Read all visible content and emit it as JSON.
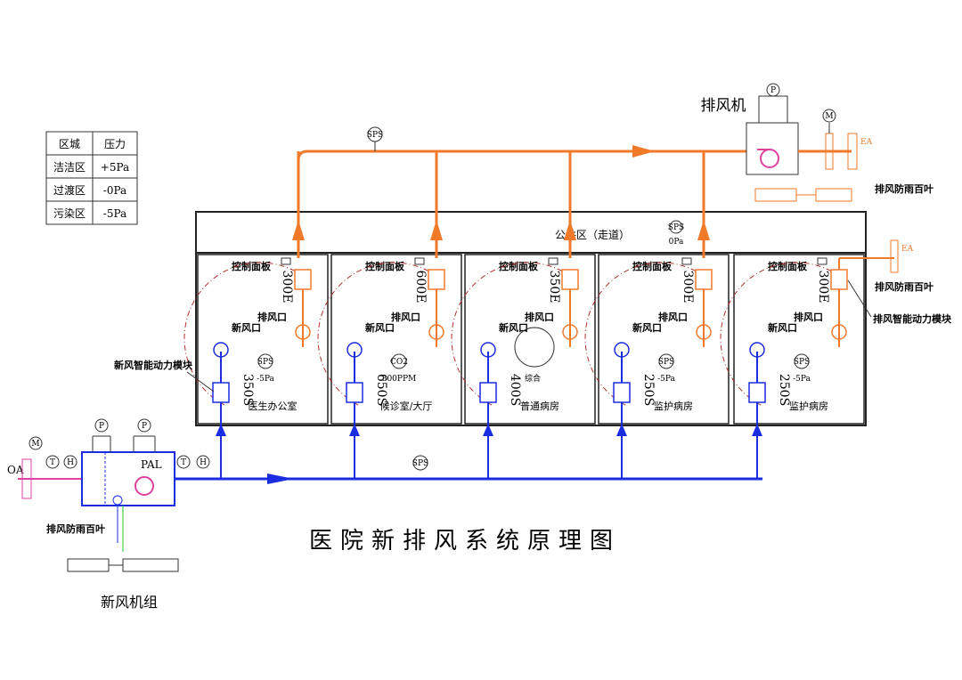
{
  "title": "医院新排风系统原理图",
  "colors": {
    "exhaust": "#f07a2a",
    "fresh": "#1b2de0",
    "dashed": "#b03030",
    "wall": "#222222",
    "panel": "#c9c9c9"
  },
  "pressure_table": {
    "header": [
      "区城",
      "压力"
    ],
    "rows": [
      [
        "洁洁区",
        "+5Pa"
      ],
      [
        "过渡区",
        "-0Pa"
      ],
      [
        "污染区",
        "-5Pa"
      ]
    ]
  },
  "exhaust_fan": {
    "label": "排风机",
    "damper": "排风防雨百叶",
    "fa": "EA",
    "sps": "SPS",
    "m": "M",
    "p": "P"
  },
  "corridor": {
    "label": "公共区（走道）",
    "sps": "SPS",
    "pressure": "0Pa"
  },
  "ahu": {
    "label": "新风机组",
    "oa": "OA",
    "pal": "PAL",
    "damper": "排风防雨百叶",
    "t": "T",
    "h": "H",
    "m": "M",
    "p": "P"
  },
  "supply": {
    "sps": "SPS"
  },
  "common": {
    "control_panel": "控制面板",
    "fresh_outlet": "新风口",
    "exhaust_outlet": "排风口",
    "fresh_module": "新风智能动力模块",
    "exhaust_module": "排风智能动力模块",
    "roof_damper": "排风防雨百叶",
    "ea": "EA"
  },
  "rooms": [
    {
      "name": "医生办公室",
      "supply": "350S",
      "exhaust": "300E",
      "sensor": "SPS",
      "pressure": "-5Pa"
    },
    {
      "name": "候诊室/大厅",
      "supply": "650S",
      "exhaust": "600E",
      "sensor": "CO2",
      "pressure": "800PPM"
    },
    {
      "name": "普通病房",
      "supply": "400S",
      "exhaust": "350E",
      "sensor": "",
      "pressure": "综合"
    },
    {
      "name": "监护病房",
      "supply": "250S",
      "exhaust": "300E",
      "sensor": "SPS",
      "pressure": "-5Pa"
    },
    {
      "name": "监护病房",
      "supply": "250S",
      "exhaust": "300E",
      "sensor": "SPS",
      "pressure": "-5Pa"
    }
  ]
}
